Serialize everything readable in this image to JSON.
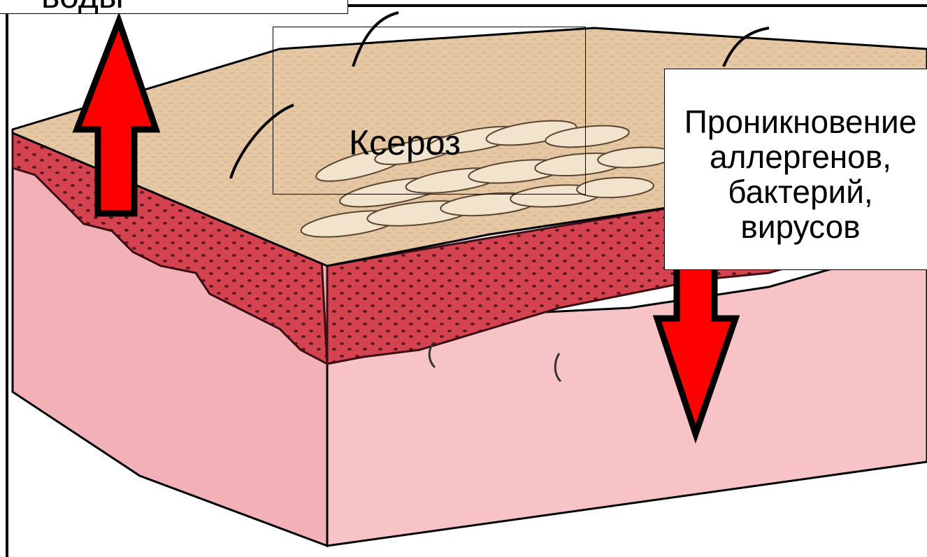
{
  "labels": {
    "top_left": "воды",
    "xerosis": "Ксероз",
    "right_lines": [
      "Проникновение",
      "аллергенов,",
      "бактерий,",
      "вирусов"
    ]
  },
  "colors": {
    "arrow_fill": "#ff0000",
    "arrow_stroke": "#000000",
    "dermis": "#f4b9bd",
    "dermis_dark": "#e69aa3",
    "epidermis": "#cc3d4d",
    "surface": "#e8cba8",
    "scale": "#efe0c8"
  },
  "icons": [
    "arrow-up-icon",
    "arrow-down-icon"
  ]
}
